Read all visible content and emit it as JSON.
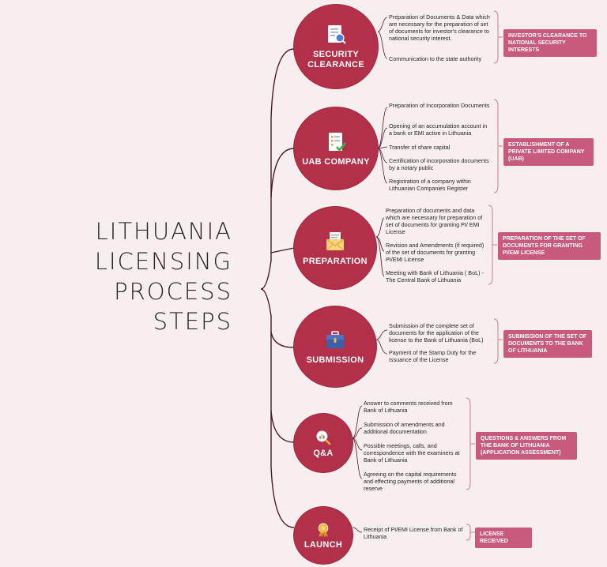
{
  "title_lines": [
    "LITHUANIA",
    "LICENSING",
    "PROCESS",
    "STEPS"
  ],
  "colors": {
    "circle": "#b2304a",
    "tag": "#c85b7d",
    "connector": "#4a1a22",
    "bracket": "#d27a94",
    "background": "#f7eef0"
  },
  "steps": [
    {
      "label": "SECURITY CLEARANCE",
      "icon": "document-search-icon",
      "items": [
        "Preparation of Documents & Data which are necessary for the preparation of set of documents for investor's clearance to national security interest.",
        "Communication to the state authority"
      ],
      "tag": "INVESTOR'S CLEARANCE TO NATIONAL SECURITY INTERESTS"
    },
    {
      "label": "UAB COMPANY",
      "icon": "checklist-icon",
      "items": [
        "Preparation of Incorporation Documents",
        "Opening of an accumulation account in a bank or EMI active in Lithuania",
        "Transfer of share capital",
        "Certification of incorporation documents by a notary public",
        "Registration of a company within Lithuanian Companies Register"
      ],
      "tag": "ESTABLISHMENT OF A PRIVATE LIMITED COMPANY (UAB)"
    },
    {
      "label": "PREPARATION",
      "icon": "envelope-document-icon",
      "items": [
        "Preparation of documents and data which are necessary for preparation of set of documents for granting PI/ EMI License",
        "Revision and Amendments (if required) of the set of documents for granting PI/EMI License",
        "Meeting with Bank of Lithuania ( BoL) - The Central Bank of Lithuania"
      ],
      "tag": "PREPARATION OF THE SET OF DOCUMENTS FOR GRANTING PI/EMI LICENSE"
    },
    {
      "label": "SUBMISSION",
      "icon": "briefcase-icon",
      "items": [
        "Submission of the complete set of documents for the application of the license to the Bank of Lithuania (BoL)",
        "Payment of the Stamp Duty for the Issuance of the License"
      ],
      "tag": "SUBMISSION OF THE SET OF DOCUMENTS TO THE BANK OF LITHUANIA"
    },
    {
      "label": "Q&A",
      "icon": "magnifier-chart-icon",
      "items": [
        "Answer to comments received from Bank of Lithuania",
        "Submission of amendments and additional documentation",
        "Possible meetings, calls, and correspondence with the examiners at Bank of Lithuania",
        "Agreeing on the capital requirements and effecting payments of additional reserve"
      ],
      "tag": "QUESTIONS & ANSWERS FROM THE BANK OF LITHUANIA (APPLICATION ASSESSMENT)"
    },
    {
      "label": "LAUNCH",
      "icon": "award-medal-icon",
      "items": [
        "Receipt of PI/EMI License from Bank of Lithuania"
      ],
      "tag": "LICENSE RECEIVED"
    }
  ]
}
